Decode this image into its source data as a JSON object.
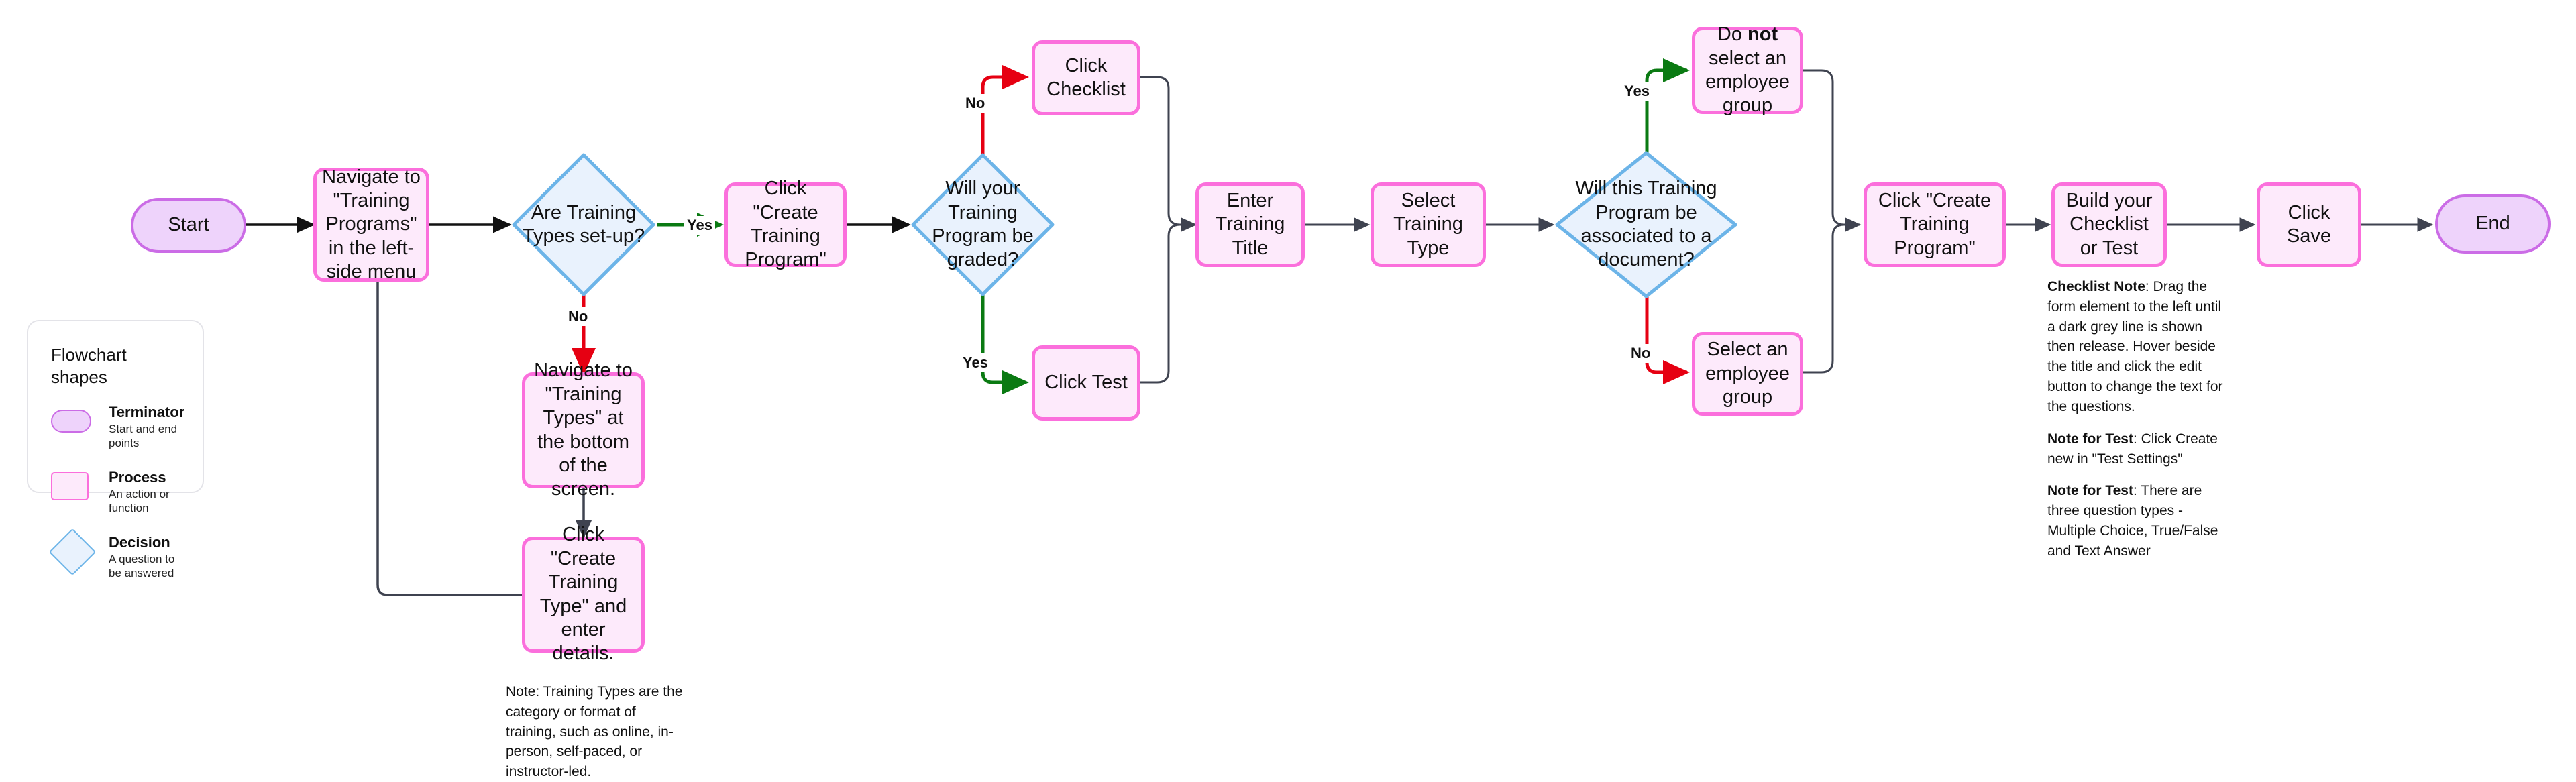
{
  "diagram": {
    "title": "Training Program Creation Flowchart",
    "colors": {
      "terminator_fill": "#eed3fb",
      "terminator_stroke": "#cb6ce6",
      "process_fill": "#fdeafb",
      "process_stroke": "#fb6fdc",
      "decision_fill": "#e9f2fd",
      "decision_stroke": "#6cb4e8",
      "yes_edge": "#0a7a12",
      "no_edge": "#e60012",
      "plain_edge": "#3f4350"
    }
  },
  "nodes": {
    "start": {
      "label": "Start",
      "shape": "terminator"
    },
    "navigate_programs": {
      "label": "Navigate to \"Training Programs\" in the left-side menu",
      "shape": "process"
    },
    "types_setup": {
      "label": "Are Training Types set-up?",
      "shape": "decision"
    },
    "navigate_types": {
      "label": "Navigate to \"Training Types\" at the bottom of the screen.",
      "shape": "process"
    },
    "create_training_type": {
      "label": "Click \"Create Training Type\" and enter details.",
      "shape": "process"
    },
    "create_program_1": {
      "label": "Click \"Create Training Program\"",
      "shape": "process"
    },
    "graded": {
      "label": "Will your Training Program be graded?",
      "shape": "decision"
    },
    "click_checklist": {
      "label": "Click Checklist",
      "shape": "process"
    },
    "click_test": {
      "label": "Click Test",
      "shape": "process"
    },
    "enter_title": {
      "label": "Enter Training Title",
      "shape": "process"
    },
    "select_type": {
      "label": "Select Training Type",
      "shape": "process"
    },
    "associated_doc": {
      "label": "Will this Training Program be associated to a document?",
      "shape": "decision"
    },
    "do_not_select_group": {
      "label_parts": [
        "Do ",
        "not",
        " select an employee group"
      ],
      "shape": "process"
    },
    "select_group": {
      "label": "Select an employee group",
      "shape": "process"
    },
    "create_program_2": {
      "label": "Click \"Create Training Program\"",
      "shape": "process"
    },
    "build_checklist_test": {
      "label": "Build your Checklist or Test",
      "shape": "process"
    },
    "click_save": {
      "label": "Click Save",
      "shape": "process"
    },
    "end": {
      "label": "End",
      "shape": "terminator"
    }
  },
  "edge_labels": {
    "types_setup_yes": "Yes",
    "types_setup_no": "No",
    "graded_no": "No",
    "graded_yes": "Yes",
    "doc_yes": "Yes",
    "doc_no": "No"
  },
  "notes": {
    "training_types": "Note: Training Types are the category or format of training, such as online, in-person, self-paced, or instructor-led.",
    "checklist_note_bold": "Checklist Note",
    "checklist_note_body": ": Drag the form element to the left until a dark grey line is shown then release. Hover beside the title and click the edit button to change the text for the questions.",
    "test_note1_bold": "Note for Test",
    "test_note1_body": ": Click Create new in \"Test Settings\"",
    "test_note2_bold": "Note for Test",
    "test_note2_body": ": There are three question types - Multiple Choice, True/False and Text Answer"
  },
  "legend": {
    "title": "Flowchart shapes",
    "items": [
      {
        "name": "Terminator",
        "desc": "Start and end points",
        "shape": "terminator"
      },
      {
        "name": "Process",
        "desc": "An action or function",
        "shape": "process"
      },
      {
        "name": "Decision",
        "desc": "A question to be answered",
        "shape": "decision"
      }
    ]
  }
}
